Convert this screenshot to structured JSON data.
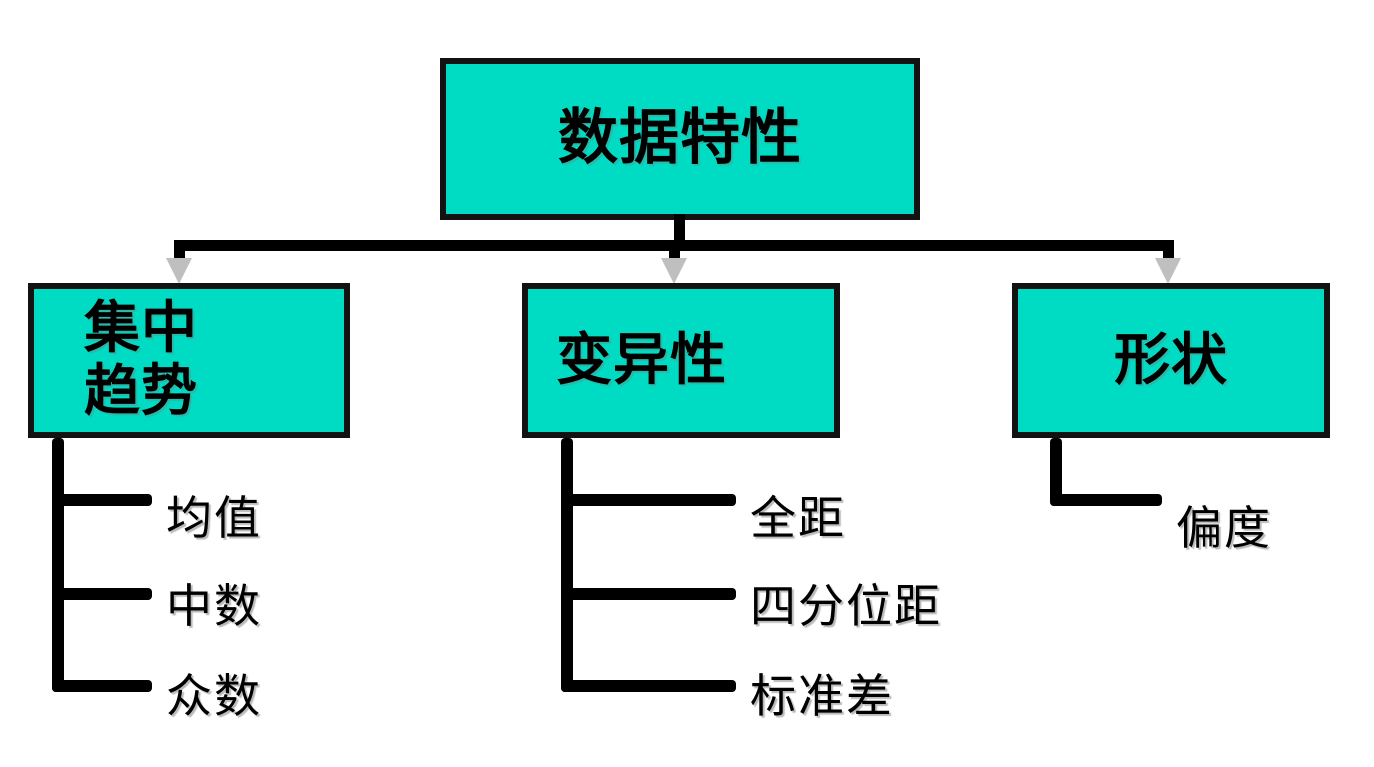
{
  "diagram": {
    "title": "数据特性",
    "type": "hierarchy-tree",
    "colors": {
      "box_fill": "#00DCC4",
      "box_border": "#121212",
      "connector": "#000000",
      "arrowhead": "#BFBFBF",
      "text": "#000000",
      "background": "#FFFFFF"
    },
    "root": {
      "label": "数据特性"
    },
    "branches": [
      {
        "id": "central-tendency",
        "label": "集中\n趋势",
        "leaves": [
          {
            "id": "mean",
            "label": "均值"
          },
          {
            "id": "median",
            "label": "中数"
          },
          {
            "id": "mode",
            "label": "众数"
          }
        ]
      },
      {
        "id": "variability",
        "label": "变异性",
        "leaves": [
          {
            "id": "range",
            "label": "全距"
          },
          {
            "id": "iqr",
            "label": "四分位距"
          },
          {
            "id": "stddev",
            "label": "标准差"
          }
        ]
      },
      {
        "id": "shape",
        "label": "形状",
        "leaves": [
          {
            "id": "skewness",
            "label": "偏度"
          }
        ]
      }
    ]
  }
}
